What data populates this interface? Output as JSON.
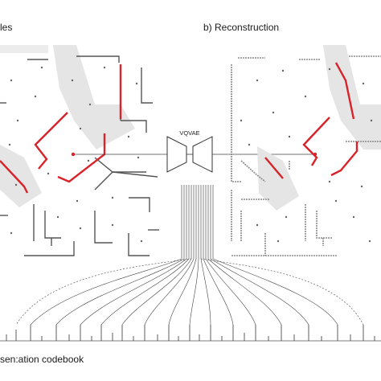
{
  "panels": {
    "left_label": "les",
    "right_label": "b) Reconstruction",
    "model_label": "VQVAE",
    "codebook_label": "sen:ation codebook"
  },
  "colors": {
    "path": "#d8232a",
    "shade": "#e4e4e4",
    "wall": "#555555",
    "line": "#333333",
    "dot": "#666666"
  },
  "icons": {
    "encoder": "trapezoid-encoder-icon",
    "decoder": "trapezoid-decoder-icon"
  }
}
